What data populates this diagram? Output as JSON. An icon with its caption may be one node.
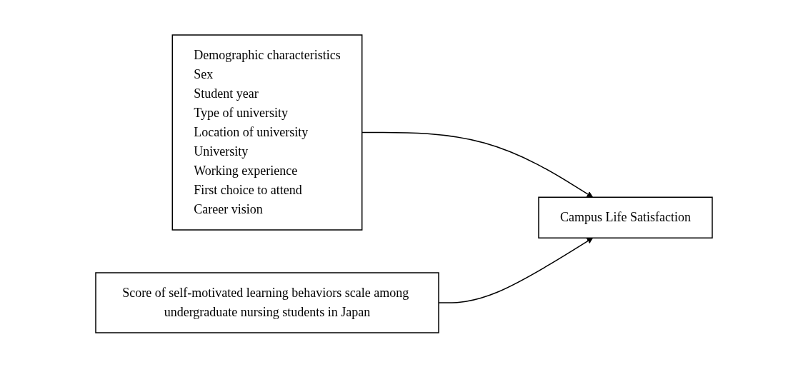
{
  "diagram": {
    "nodes": [
      {
        "text": [
          "Demographic characteristics",
          "Sex",
          "Student year",
          "Type of university",
          "Location of university",
          "University",
          "Working experience",
          "First choice to attend",
          "Career vision"
        ]
      },
      {
        "text": [
          "Score of self-motivated learning behaviors scale among undergraduate nursing students in Japan"
        ]
      },
      {
        "text": [
          "Campus Life Satisfaction"
        ]
      }
    ],
    "edges": [
      {
        "from": 0,
        "to": 2,
        "arrow": "to"
      },
      {
        "from": 1,
        "to": 2,
        "arrow": "to"
      }
    ]
  }
}
